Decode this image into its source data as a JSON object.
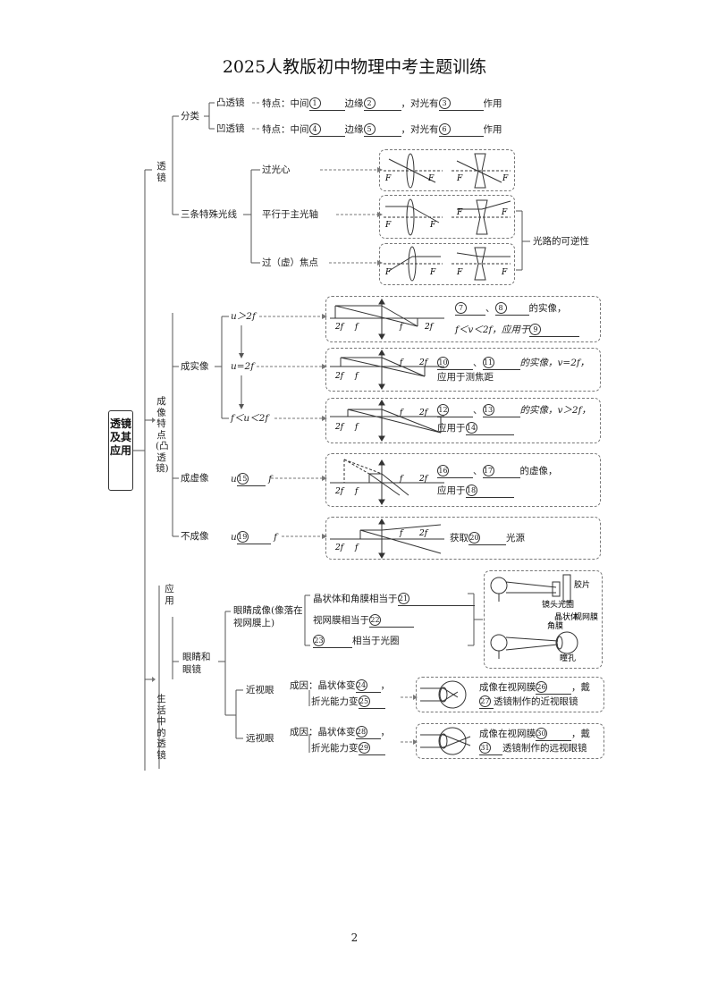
{
  "title": "2025人教版初中物理中考主题训练",
  "page_number": "2",
  "root": "透镜及其应用",
  "lens": {
    "label": "透镜",
    "classify": "分类",
    "convex": "凸透镜",
    "concave": "凹透镜",
    "feature_pre": "特点：中间",
    "edge": "边缘",
    "light_pre": "，对光有",
    "action": "作用",
    "rays": "三条特殊光线",
    "ray1": "过光心",
    "ray2": "平行于主光轴",
    "ray3": "过（虚）焦点",
    "reversible": "光路的可逆性",
    "F": "F"
  },
  "imaging": {
    "label": "成像特点(凸透镜)",
    "real": "成实像",
    "virtual": "成虚像",
    "none": "不成像",
    "u_gt_2f": "u＞2f",
    "u_eq_2f": "u=2f",
    "f_lt_u_lt_2f": "f＜u＜2f",
    "u": "u",
    "f": "f",
    "comma": "、",
    "real_image": "的实像，",
    "virtual_image": "的虚像，",
    "cond1": "f＜v＜2f，应用于",
    "cond2_tail": "的实像，v=2f，",
    "cond2_app": "应用于测焦距",
    "cond3_tail": "的实像，v＞2f，",
    "apply": "应用于",
    "obtain": "获取",
    "parallel_source": "光源",
    "twof": "2f"
  },
  "apps": {
    "label": "应用",
    "life": "生活中的透镜",
    "eye_glasses": "眼睛和眼镜",
    "eye_image": "眼睛成像(像落在视网膜上)",
    "lens_cornea": "晶状体和角膜相当于",
    "retina": "视网膜相当于",
    "aperture": "相当于光圈",
    "camera_labels": {
      "film": "胶片",
      "lens_head": "镜头",
      "aperture": "光圈",
      "crystalline": "晶状体",
      "retina": "视网膜",
      "cornea": "角膜",
      "pupil": "瞳孔"
    },
    "myopia": "近视眼",
    "hyperopia": "远视眼",
    "cause": "成因：晶状体变",
    "refract": "折光能力变",
    "image_on": "成像在视网膜",
    "wear": "，戴",
    "myopic_glasses": "透镜制作的近视眼镜",
    "hyperopic_glasses": "透镜制作的远视眼镜",
    "comma2": "，"
  },
  "blanks": [
    "1",
    "2",
    "3",
    "4",
    "5",
    "6",
    "7",
    "8",
    "9",
    "10",
    "11",
    "12",
    "13",
    "14",
    "15",
    "16",
    "17",
    "18",
    "19",
    "20",
    "21",
    "22",
    "23",
    "24",
    "25",
    "26",
    "27",
    "28",
    "29",
    "30",
    "31"
  ]
}
